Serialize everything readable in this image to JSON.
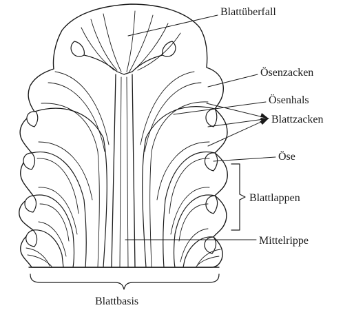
{
  "labels": {
    "blattueberfall": "Blattüberfall",
    "oesenzacken": "Ösenzacken",
    "oesenhals": "Ösenhals",
    "blattzacken": "Blattzacken",
    "oese": "Öse",
    "blattlappen": "Blattlappen",
    "mittelrippe": "Mittelrippe",
    "blattbasis": "Blattbasis"
  },
  "colors": {
    "ink": "#1a1a1a",
    "background": "#ffffff"
  }
}
